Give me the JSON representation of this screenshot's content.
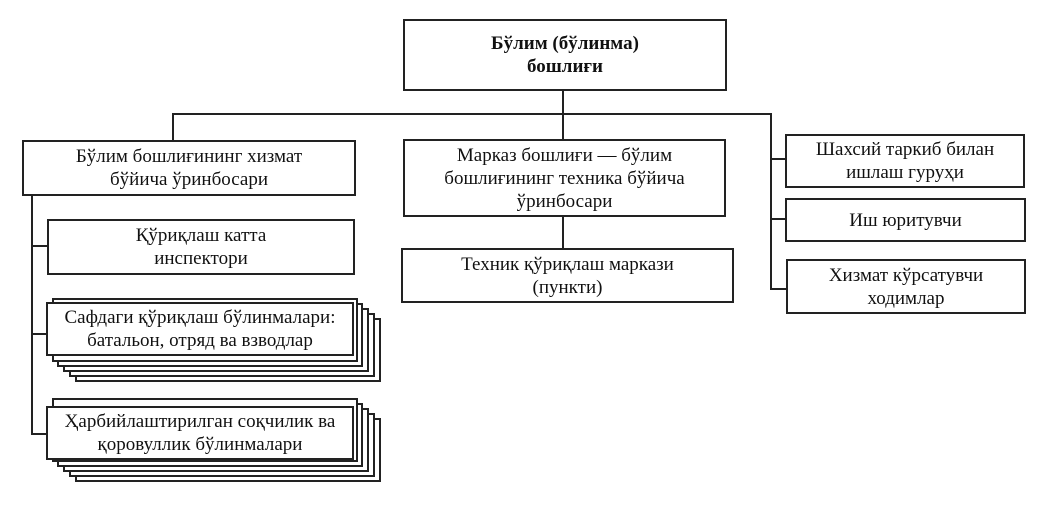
{
  "diagram": {
    "root": {
      "label": "Бўлим (бўлинма)\nбошлиғи"
    },
    "branches": {
      "left": {
        "head": {
          "label": "Бўлим бошлиғининг хизмат\nбўйича ўринбосари"
        },
        "children": [
          {
            "label": "Қўриқлаш катта\nинспектори",
            "stacked": false
          },
          {
            "label": "Сафдаги қўриқлаш бўлинмалари:\nбатальон, отряд ва взводлар",
            "stacked": true
          },
          {
            "label": "Ҳарбийлаштирилган соқчилик ва\nқоровуллик бўлинмалари",
            "stacked": true
          }
        ]
      },
      "center": {
        "head": {
          "label": "Марказ бошлиғи — бўлим\nбошлиғининг техника бўйича\nўринбосари"
        },
        "children": [
          {
            "label": "Техник қўриқлаш маркази\n(пункти)"
          }
        ]
      },
      "right": {
        "children": [
          {
            "label": "Шахсий таркиб билан\nишлаш гуруҳи"
          },
          {
            "label": "Иш юритувчи"
          },
          {
            "label": "Хизмат кўрсатувчи\nходимлар"
          }
        ]
      }
    }
  }
}
